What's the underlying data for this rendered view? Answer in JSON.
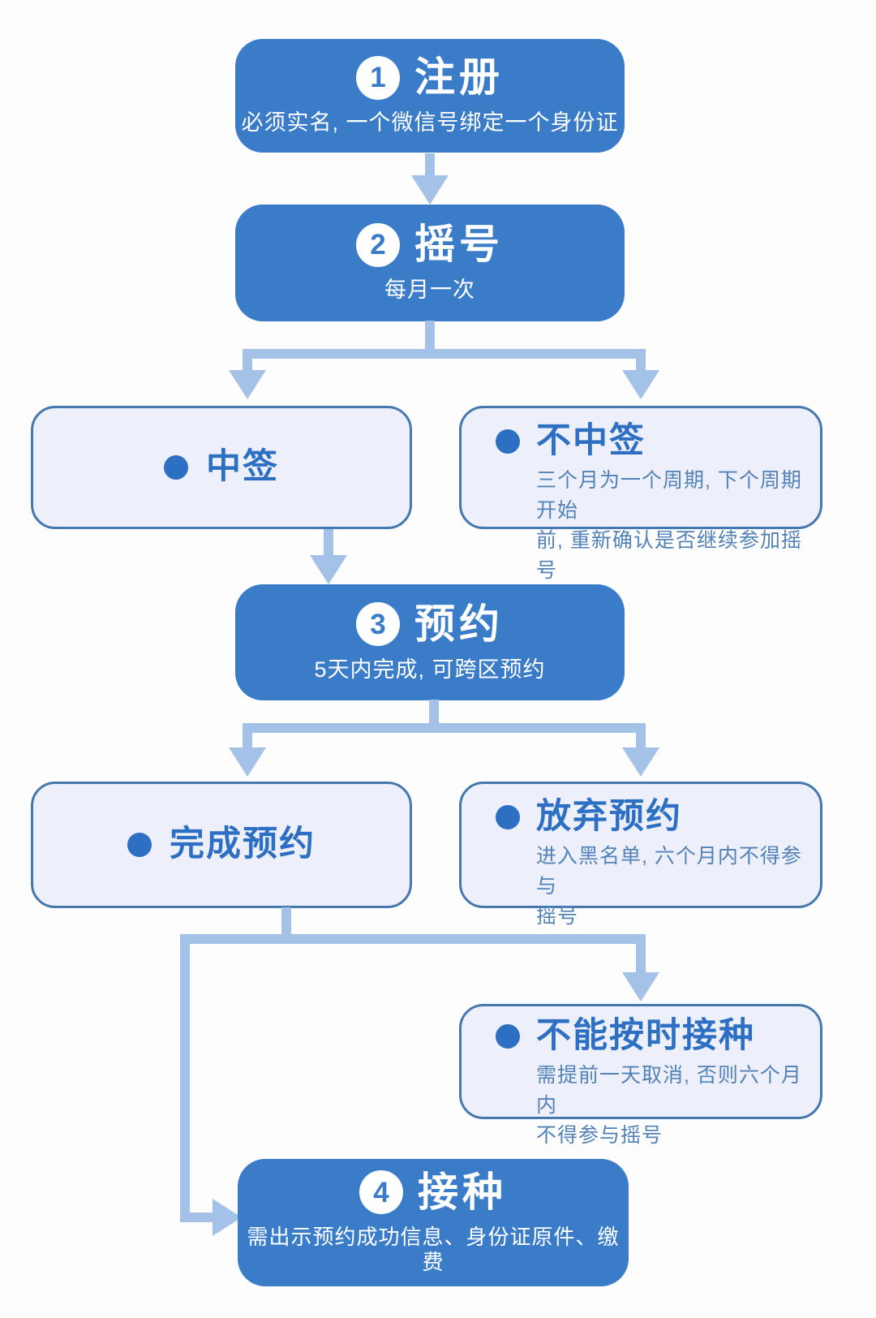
{
  "colors": {
    "primary_blue": "#3b7cc9",
    "connector_blue": "#a4c2e7",
    "light_box_bg": "#edf0fa",
    "light_box_border": "#4678b0",
    "accent_blue": "#2d6fc3",
    "body_blue": "#5282b6",
    "background": "#fdfdfd",
    "step_text": "#ffffff"
  },
  "steps": [
    {
      "number": "1",
      "title": "注册",
      "subtitle": "必须实名, 一个微信号绑定一个身份证"
    },
    {
      "number": "2",
      "title": "摇号",
      "subtitle": "每月一次"
    },
    {
      "number": "3",
      "title": "预约",
      "subtitle": "5天内完成, 可跨区预约"
    },
    {
      "number": "4",
      "title": "接种",
      "subtitle": "需出示预约成功信息、身份证原件、缴费"
    }
  ],
  "outcomes": [
    {
      "title": "中签",
      "body": ""
    },
    {
      "title": "不中签",
      "body": "三个月为一个周期, 下个周期开始\n前, 重新确认是否继续参加摇号"
    },
    {
      "title": "完成预约",
      "body": ""
    },
    {
      "title": "放弃预约",
      "body": "进入黑名单, 六个月内不得参与\n摇号"
    },
    {
      "title": "不能按时接种",
      "body": "需提前一天取消, 否则六个月内\n不得参与摇号"
    }
  ]
}
